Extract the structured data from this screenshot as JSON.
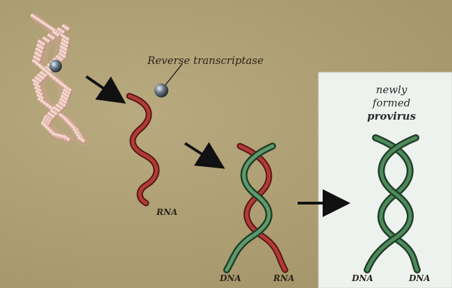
{
  "labels": {
    "reverse_transcriptase": "Reverse transcriptase",
    "rna_1": "RNA",
    "dna_mid": "DNA",
    "rna_2": "RNA",
    "dna_right_1": "DNA",
    "dna_right_2": "DNA"
  },
  "provirus_title": [
    "newly",
    "formed",
    "provirus"
  ],
  "colors": {
    "background": "#ad9c6d",
    "panel": "#eef2ee",
    "rna_strand": "#a8332f",
    "dna_strand": "#3f7a4e",
    "virus_particle": "#e2b3a6",
    "enzyme": "#5c6872",
    "arrow": "#111111"
  },
  "icons": [
    "virus-particle-icon",
    "enzyme-sphere-icon",
    "arrow-icon"
  ]
}
